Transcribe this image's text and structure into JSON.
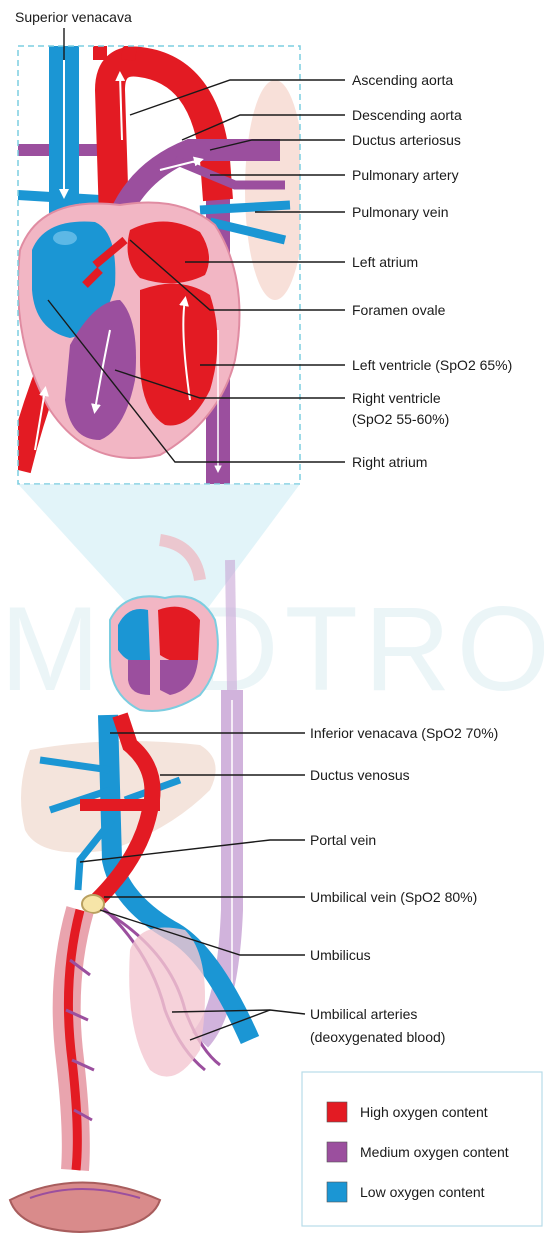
{
  "labels": {
    "superior_vena_cava": "Superior venacava",
    "ascending_aorta": "Ascending aorta",
    "descending_aorta": "Descending aorta",
    "ductus_arteriosus": "Ductus arteriosus",
    "pulmonary_artery": "Pulmonary artery",
    "pulmonary_vein": "Pulmonary vein",
    "left_atrium": "Left atrium",
    "foramen_ovale": "Foramen ovale",
    "left_ventricle": "Left ventricle (SpO2 65%)",
    "right_ventricle_line1": "Right ventricle",
    "right_ventricle_line2": "(SpO2 55-60%)",
    "right_atrium": "Right atrium",
    "inferior_vena_cava": "Inferior venacava (SpO2 70%)",
    "ductus_venosus": "Ductus venosus",
    "portal_vein": "Portal vein",
    "umbilical_vein": "Umbilical vein (SpO2 80%)",
    "umbilicus": "Umbilicus",
    "umbilical_arteries_line1": "Umbilical arteries",
    "umbilical_arteries_line2": "(deoxygenated blood)"
  },
  "legend": {
    "items": [
      {
        "label": "High oxygen content",
        "color": "#e31b23"
      },
      {
        "label": "Medium oxygen content",
        "color": "#9b4f9e"
      },
      {
        "label": "Low oxygen content",
        "color": "#1b96d4"
      }
    ]
  },
  "colors": {
    "high": "#e31b23",
    "medium": "#9b4f9e",
    "low": "#1b96d4",
    "heart_wall": "#f2b6c4",
    "zoom_border": "#7ccde0"
  },
  "watermark": "MEDTROW"
}
